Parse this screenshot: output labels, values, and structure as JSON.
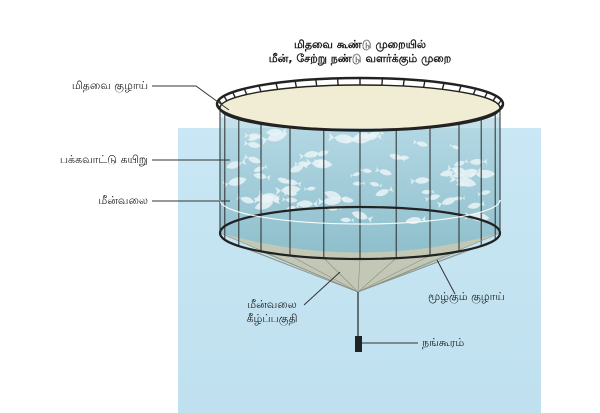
{
  "title": {
    "line1": "மிதவை கூண்டு முறையில்",
    "line2": "மீன், சேற்று நண்டு வளர்க்கும் முறை"
  },
  "labels": {
    "float_pipe": "மிதவை குழாய்",
    "side_rope": "பக்கவாட்டு கயிறு",
    "fish_net": "மீன்வலை",
    "net_bottom_line1": "மீன்வலை",
    "net_bottom_line2": "கீழ்ப்பகுதி",
    "sink_pipe": "மூழ்கும் குழாய்",
    "anchor": "நங்கூரம்"
  },
  "colors": {
    "water": "#c4e4f2",
    "cage_water": "#9fcbd8",
    "fish": "#e8f2f5",
    "net_bottom": "#c2c7b5",
    "frame": "#222222",
    "inner_ring": "#f0ecd2"
  }
}
